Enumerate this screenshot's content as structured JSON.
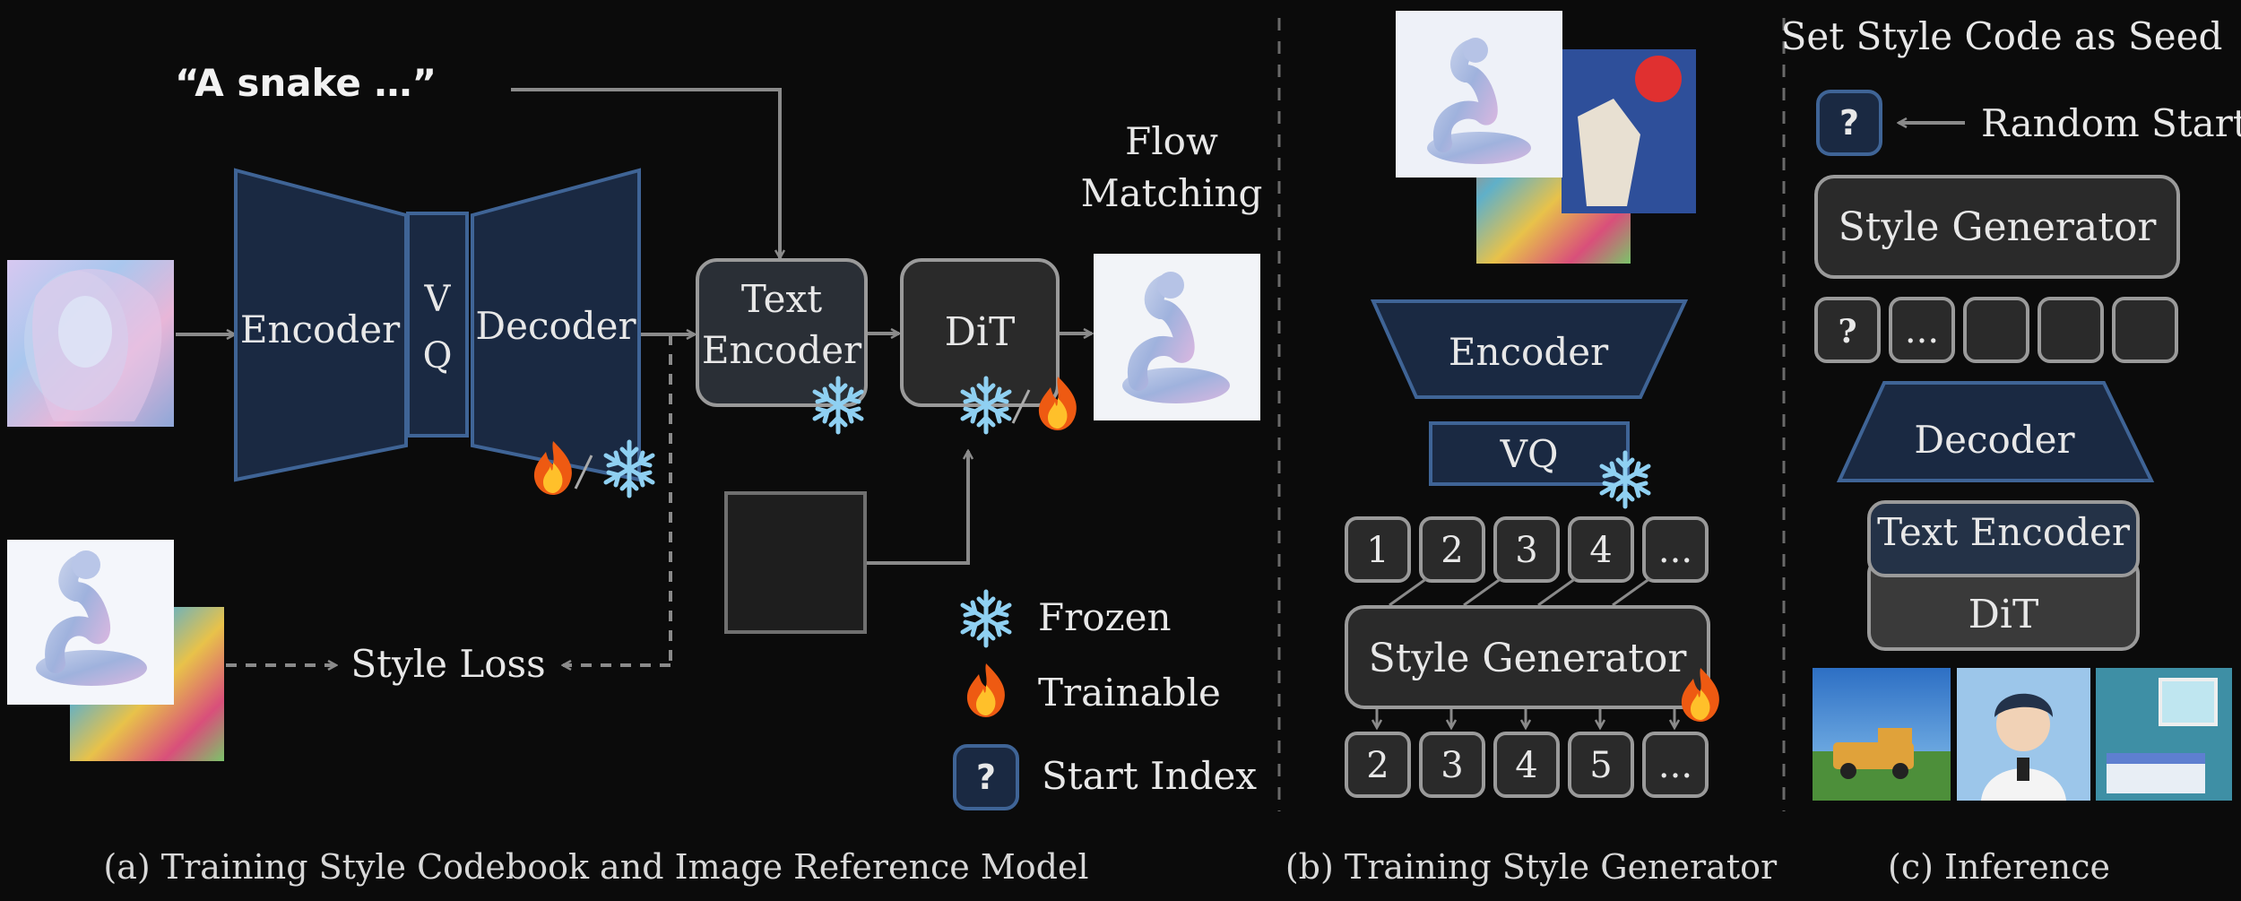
{
  "panel_a": {
    "prompt": "“A snake …”",
    "encoder": "Encoder",
    "vq_v": "V",
    "vq_q": "Q",
    "decoder": "Decoder",
    "text_encoder_line1": "Text",
    "text_encoder_line2": "Encoder",
    "dit": "DiT",
    "flow_line1": "Flow",
    "flow_line2": "Matching",
    "style_loss": "Style Loss",
    "legend": {
      "frozen": "Frozen",
      "trainable": "Trainable",
      "start_index": "Start Index",
      "question_mark": "?"
    },
    "caption": "(a)  Training Style Codebook and Image Reference Model"
  },
  "panel_b": {
    "encoder": "Encoder",
    "vq": "VQ",
    "input_tokens": [
      "1",
      "2",
      "3",
      "4",
      "..."
    ],
    "style_generator": "Style Generator",
    "output_tokens": [
      "2",
      "3",
      "4",
      "5",
      "..."
    ],
    "caption": "(b) Training Style Generator"
  },
  "panel_c": {
    "title": "Set Style Code as Seed",
    "question_mark": "?",
    "random_start": "Random Start",
    "style_generator": "Style Generator",
    "tokens": [
      "?",
      "...",
      "",
      "",
      ""
    ],
    "decoder": "Decoder",
    "text_encoder": "Text Encoder",
    "dit": "DiT",
    "caption": "(c) Inference"
  },
  "colors": {
    "background": "#0b0b0b",
    "navy_fill": "#1a2942",
    "navy_stroke": "#3f6496",
    "gray_fill": "#2a2a2a",
    "gray_stroke": "#9a9a9a",
    "arrow": "#8a8a8a",
    "text": "#e8e8e8"
  }
}
